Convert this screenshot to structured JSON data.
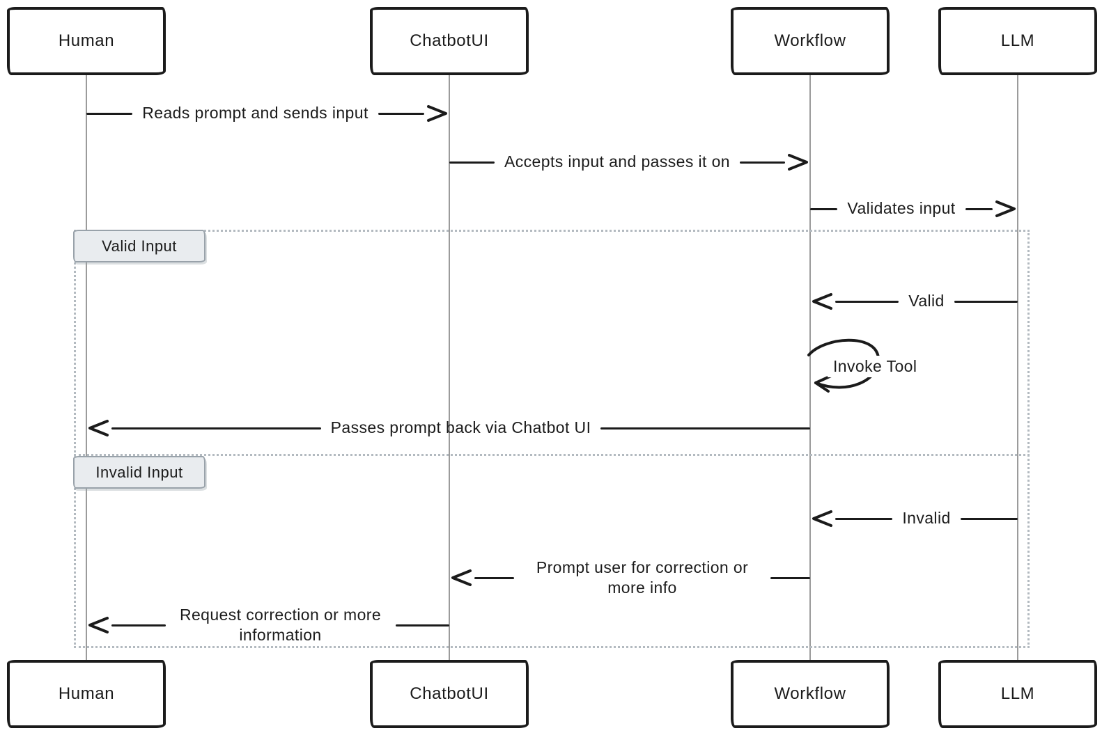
{
  "diagram": {
    "type": "sequence-diagram",
    "participants": [
      {
        "id": "human",
        "label": "Human"
      },
      {
        "id": "chatbotui",
        "label": "ChatbotUI"
      },
      {
        "id": "workflow",
        "label": "Workflow"
      },
      {
        "id": "llm",
        "label": "LLM"
      }
    ],
    "messages": {
      "reads_prompt": "Reads prompt and sends input",
      "accepts_input": "Accepts input and passes it on",
      "validates_input": "Validates input",
      "valid": "Valid",
      "invoke_tool": "Invoke Tool",
      "passes_back": "Passes prompt back via Chatbot UI",
      "invalid": "Invalid",
      "prompt_user": "Prompt user for correction or more info",
      "request_correction": "Request correction or more information"
    },
    "alt_sections": [
      {
        "label": "Valid Input"
      },
      {
        "label": "Invalid Input"
      }
    ],
    "colors": {
      "stroke": "#1b1b1b",
      "lifeline": "#9b9b9b",
      "frame": "#b3bac0",
      "section_fill": "#e9ecef",
      "section_border": "#99a2aa"
    }
  }
}
